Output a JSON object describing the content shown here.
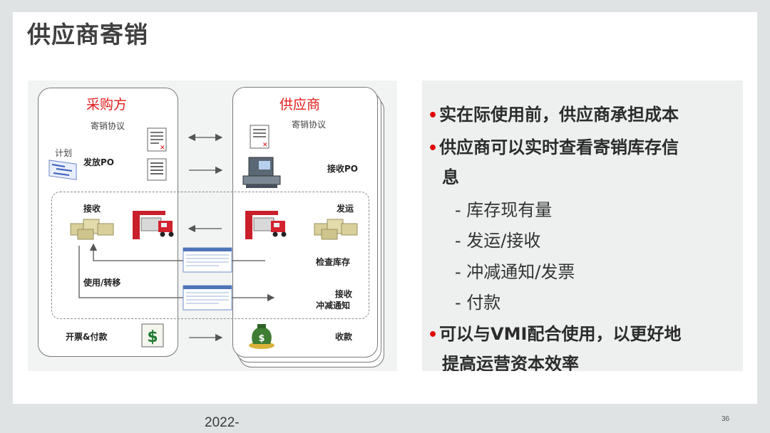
{
  "slide": {
    "title": "供应商寄销",
    "footer_year": "2022-",
    "page_number": "36"
  },
  "diagram": {
    "buyer": {
      "title": "采购方",
      "agreement": "寄销协议",
      "plan": "计划",
      "release_po": "发放PO",
      "receive": "接收",
      "use_transfer": "使用/转移",
      "invoice_payment": "开票&付款"
    },
    "supplier": {
      "title": "供应商",
      "agreement": "寄销协议",
      "receive_po": "接收PO",
      "ship": "发运",
      "check_inventory": "检查库存",
      "receive_line1": "接收",
      "receive_line2": "冲减通知",
      "collect_payment": "收款"
    },
    "icons": [
      "document-icon",
      "po-document-icon",
      "computer-terminal-icon",
      "boxes-icon",
      "truck-icon",
      "report-screen-icon",
      "dollar-bill-icon",
      "money-bag-icon",
      "gantt-plan-icon"
    ]
  },
  "bullets": {
    "b1": "实在际使用前，供应商承担成本",
    "b2_line1": "供应商可以实时查看寄销库存信",
    "b2_line2": "息",
    "sub1": "- 库存现有量",
    "sub2": "- 发运/接收",
    "sub3": "- 冲减通知/发票",
    "sub4": "- 付款",
    "b3_line1": "可以与VMI配合使用，以更好地",
    "b3_line2": "提高运营资本效率"
  },
  "colors": {
    "accent_red": "#e31a1a",
    "bullet_red": "#e00000",
    "text_dark": "#2b2b2b"
  }
}
